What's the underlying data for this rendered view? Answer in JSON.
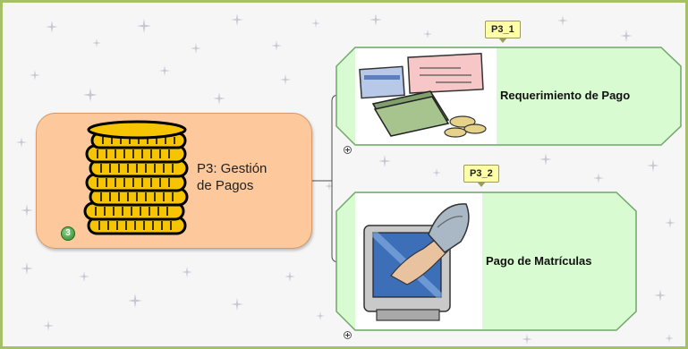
{
  "central_topic": {
    "title": "P3: Gestión\nde Pagos",
    "badge": "3",
    "icon": "coins-stack-icon",
    "fill_color": "#fdc99c"
  },
  "subtopics": [
    {
      "tag": "P3_1",
      "label": "Requerimiento de Pago",
      "icon": "money-checks-icon",
      "fill_color": "#d9fbd2"
    },
    {
      "tag": "P3_2",
      "label": "Pago de Matrículas",
      "icon": "computer-hand-money-icon",
      "fill_color": "#d9fbd2"
    }
  ],
  "colors": {
    "frame_border": "#a6c06a",
    "connector": "#4c4c4c",
    "node_border": "#6fa868",
    "tag_fill": "#ffffa8"
  }
}
